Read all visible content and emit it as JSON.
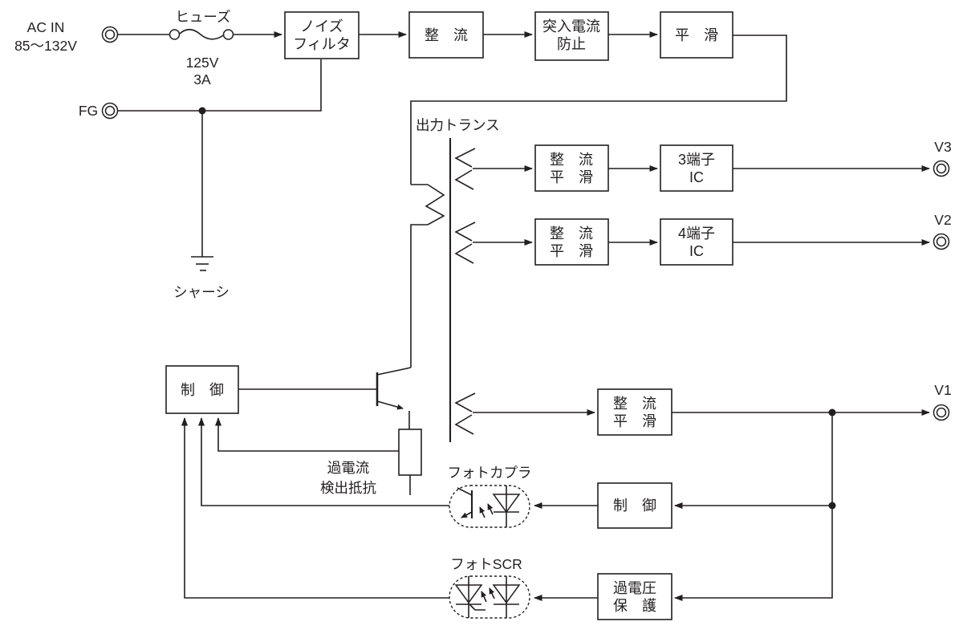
{
  "colors": {
    "line": "#231f20",
    "background": "#ffffff"
  },
  "input": {
    "ac_label": "AC IN",
    "ac_range": "85〜132V",
    "fuse_label": "ヒューズ",
    "fuse_voltage": "125V",
    "fuse_current": "3A",
    "fg_label": "FG",
    "chassis_label": "シャーシ"
  },
  "transformer": {
    "label": "出力トランス"
  },
  "blocks": {
    "noise_filter": {
      "line1": "ノイズ",
      "line2": "フィルタ"
    },
    "rectifier": {
      "label": "整　流"
    },
    "inrush_prevention": {
      "line1": "突入電流",
      "line2": "防止"
    },
    "smoothing": {
      "label": "平　滑"
    },
    "rect_smooth_v3": {
      "line1": "整　流",
      "line2": "平　滑"
    },
    "ic_3_terminal": {
      "line1": "3端子",
      "line2": "IC"
    },
    "rect_smooth_v2": {
      "line1": "整　流",
      "line2": "平　滑"
    },
    "ic_4_terminal": {
      "line1": "4端子",
      "line2": "IC"
    },
    "rect_smooth_v1": {
      "line1": "整　流",
      "line2": "平　滑"
    },
    "control_primary": {
      "label": "制　御"
    },
    "control_v1": {
      "label": "制　御"
    },
    "overvoltage_protection": {
      "line1": "過電圧",
      "line2": "保　護"
    }
  },
  "components": {
    "overcurrent_resistor_label": {
      "line1": "過電流",
      "line2": "検出抵抗"
    },
    "photocoupler_label": "フォトカプラ",
    "photo_scr_label": "フォトSCR"
  },
  "outputs": {
    "v3_label": "V3",
    "v2_label": "V2",
    "v1_label": "V1"
  }
}
